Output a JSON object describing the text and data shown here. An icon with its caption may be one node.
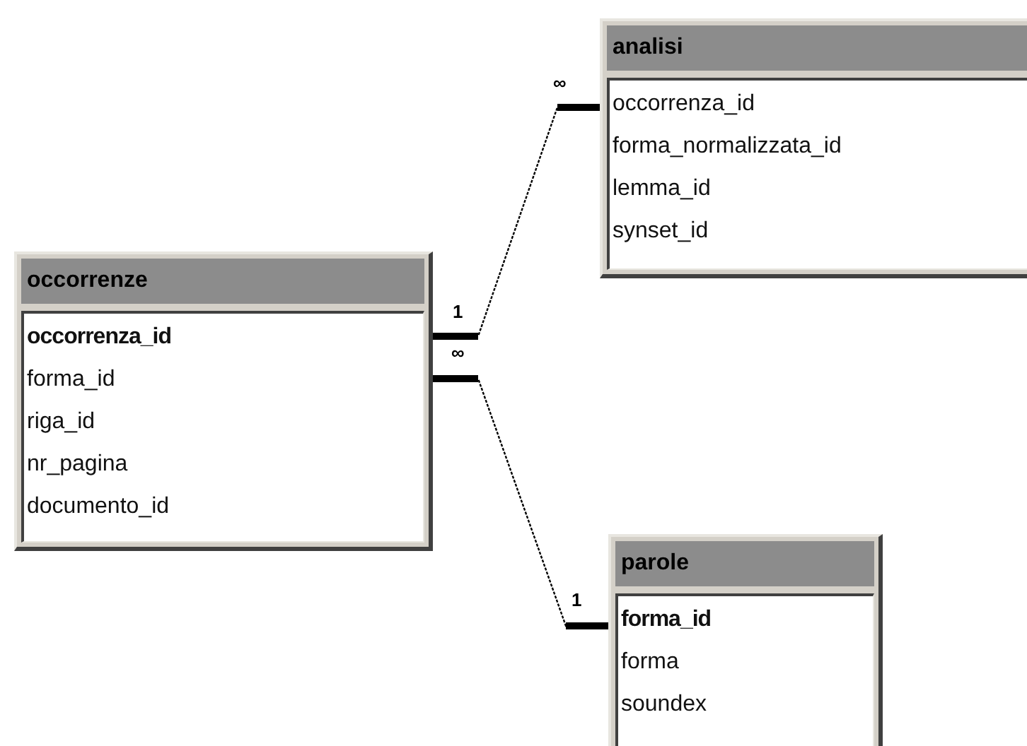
{
  "diagram": {
    "nodes": [
      {
        "text": [
          "occorrenze",
          "occorrenza_id",
          "forma_id",
          "riga_id",
          "nr_pagina",
          "documento_id"
        ]
      },
      {
        "text": [
          "analisi",
          "occorrenza_id",
          "forma_normalizzata_id",
          "lemma_id",
          "synset_id"
        ]
      },
      {
        "text": [
          "parole",
          "forma_id",
          "forma",
          "soundex"
        ]
      }
    ],
    "edges": [
      {
        "from": 0,
        "to": 1,
        "arrow": "other"
      },
      {
        "from": 0,
        "to": 2,
        "arrow": "other"
      }
    ],
    "labels": [
      "∞",
      "1",
      "∞",
      "1"
    ]
  }
}
